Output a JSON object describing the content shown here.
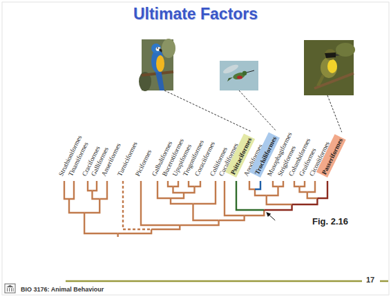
{
  "diagram": {
    "title": "Ultimate Factors",
    "nodes": [
      {
        "text": [
          "Psittaciformes"
        ]
      },
      {
        "text": [
          "Trochiliformes"
        ]
      },
      {
        "text": [
          "Passeriformes"
        ]
      }
    ],
    "labels": [
      "Struthioniformes",
      "Tinamiformes",
      "Craciformes",
      "Galliformes",
      "Anseriformes",
      "Turniciformes",
      "Piciformes",
      "Galbuliformes",
      "Bucerotiformes",
      "Upupiformes",
      "Trogoniformes",
      "Coraciiformes",
      "Coliiformes",
      "Cuculiformes",
      "Apodiformes",
      "Musophagiformes",
      "Strigiformes",
      "Columbiformes",
      "Gruiformes",
      "Ciconiiformes",
      "Fig. 2.16",
      "17",
      "BIO 3176: Animal Behaviour"
    ]
  }
}
